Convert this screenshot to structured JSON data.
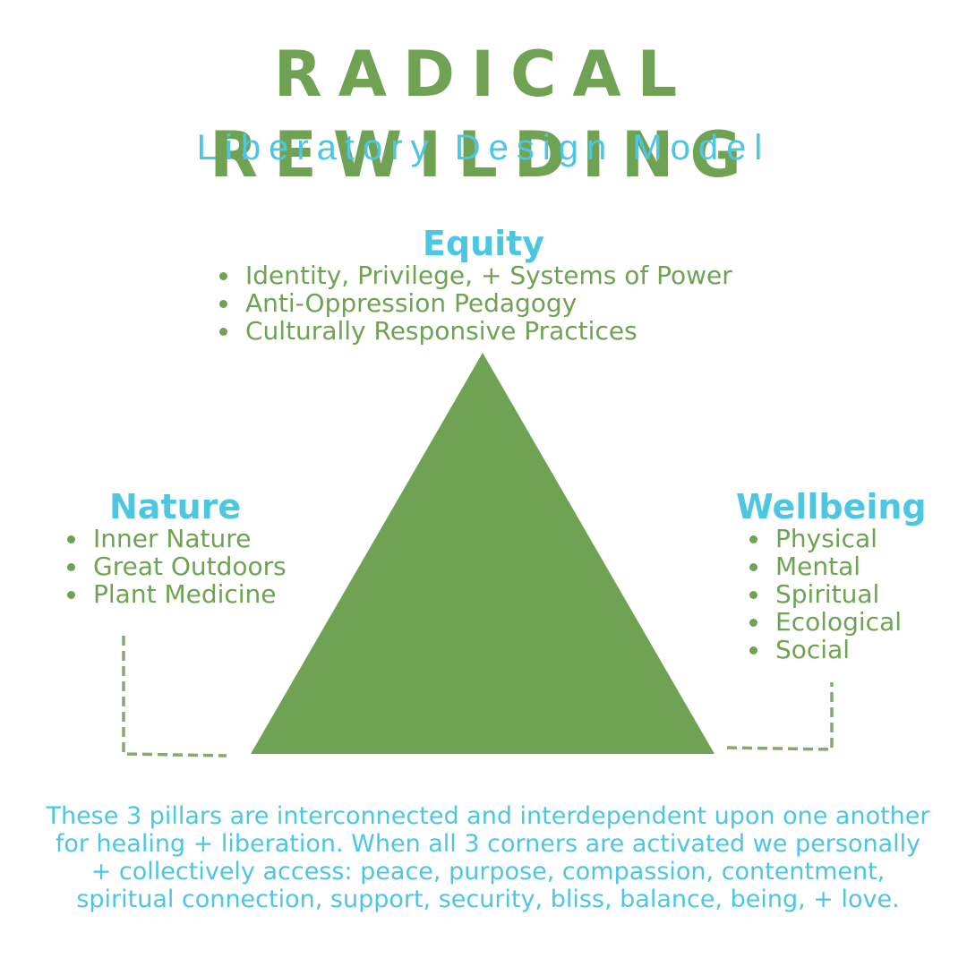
{
  "header": {
    "title": "RADICAL REWILDING",
    "subtitle": "Liberatory Design Model"
  },
  "pillars": {
    "equity": {
      "heading": "Equity",
      "items": [
        "Identity, Privilege, + Systems of Power",
        "Anti-Oppression Pedagogy",
        "Culturally Responsive Practices"
      ]
    },
    "nature": {
      "heading": "Nature",
      "items": [
        "Inner Nature",
        "Great Outdoors",
        "Plant Medicine"
      ]
    },
    "wellbeing": {
      "heading": "Wellbeing",
      "items": [
        "Physical",
        "Mental",
        "Spiritual",
        "Ecological",
        "Social"
      ]
    }
  },
  "description": "These 3 pillars are interconnected and interdependent upon one another for healing + liberation. When all 3 corners are activated we personally + collectively access: peace, purpose, compassion, contentment, spiritual connection, support, security, bliss, balance, being, + love.",
  "colors": {
    "green": "#6fa353",
    "blue": "#4dc6e2",
    "dashed_connector": "#87a86e"
  },
  "shapes": {
    "center": "triangle"
  }
}
